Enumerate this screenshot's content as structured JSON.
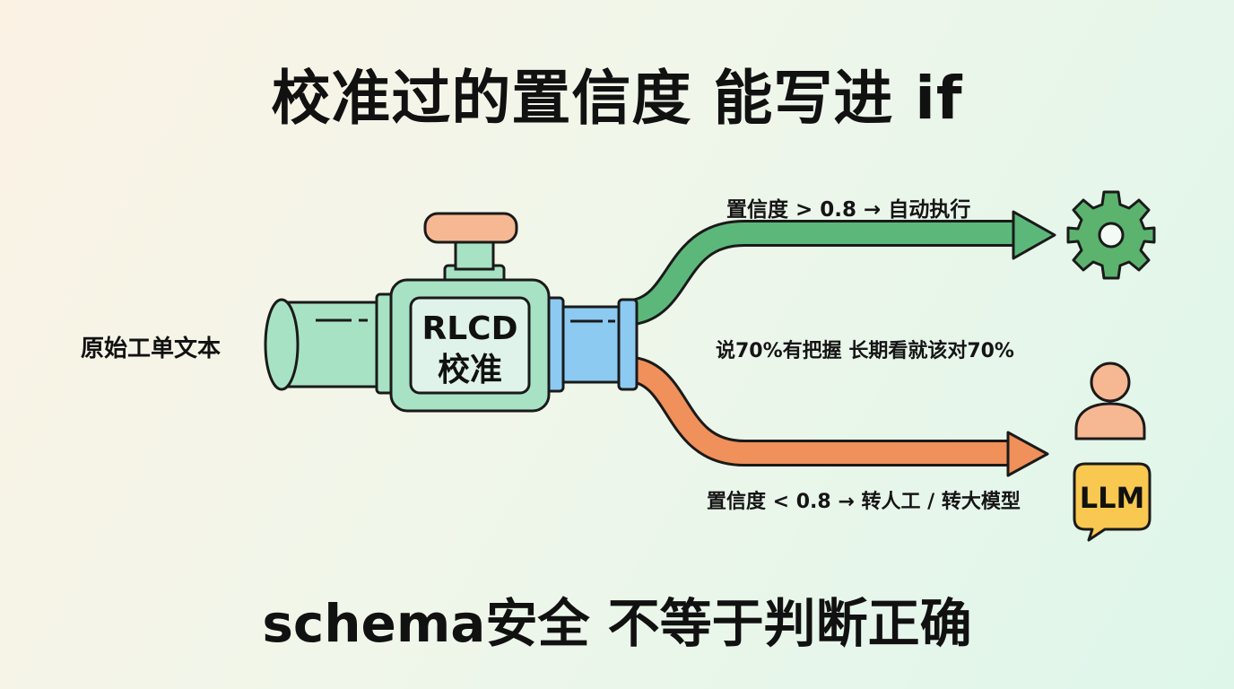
{
  "title": "校准过的置信度 能写进 if",
  "footer": "schema安全 不等于判断正确",
  "input_label": "原始工单文本",
  "valve": {
    "line1": "RLCD",
    "line2": "校准"
  },
  "branches": {
    "high": "置信度 > 0.8 → 自动执行",
    "middle": "说70%有把握 长期看就该对70%",
    "low": "置信度 < 0.8 → 转人工 / 转大模型"
  },
  "icons": {
    "gear": "gear-icon",
    "person": "person-icon",
    "llm_badge": "LLM"
  },
  "colors": {
    "green_path": "#5cb87a",
    "orange_path": "#f0905a",
    "pipe": "#a8e2c4",
    "blue_pipe": "#8ccaf2",
    "handle": "#f6b892",
    "gear": "#5bb36d",
    "person": "#f6b892",
    "llm_bubble": "#f8c850"
  }
}
